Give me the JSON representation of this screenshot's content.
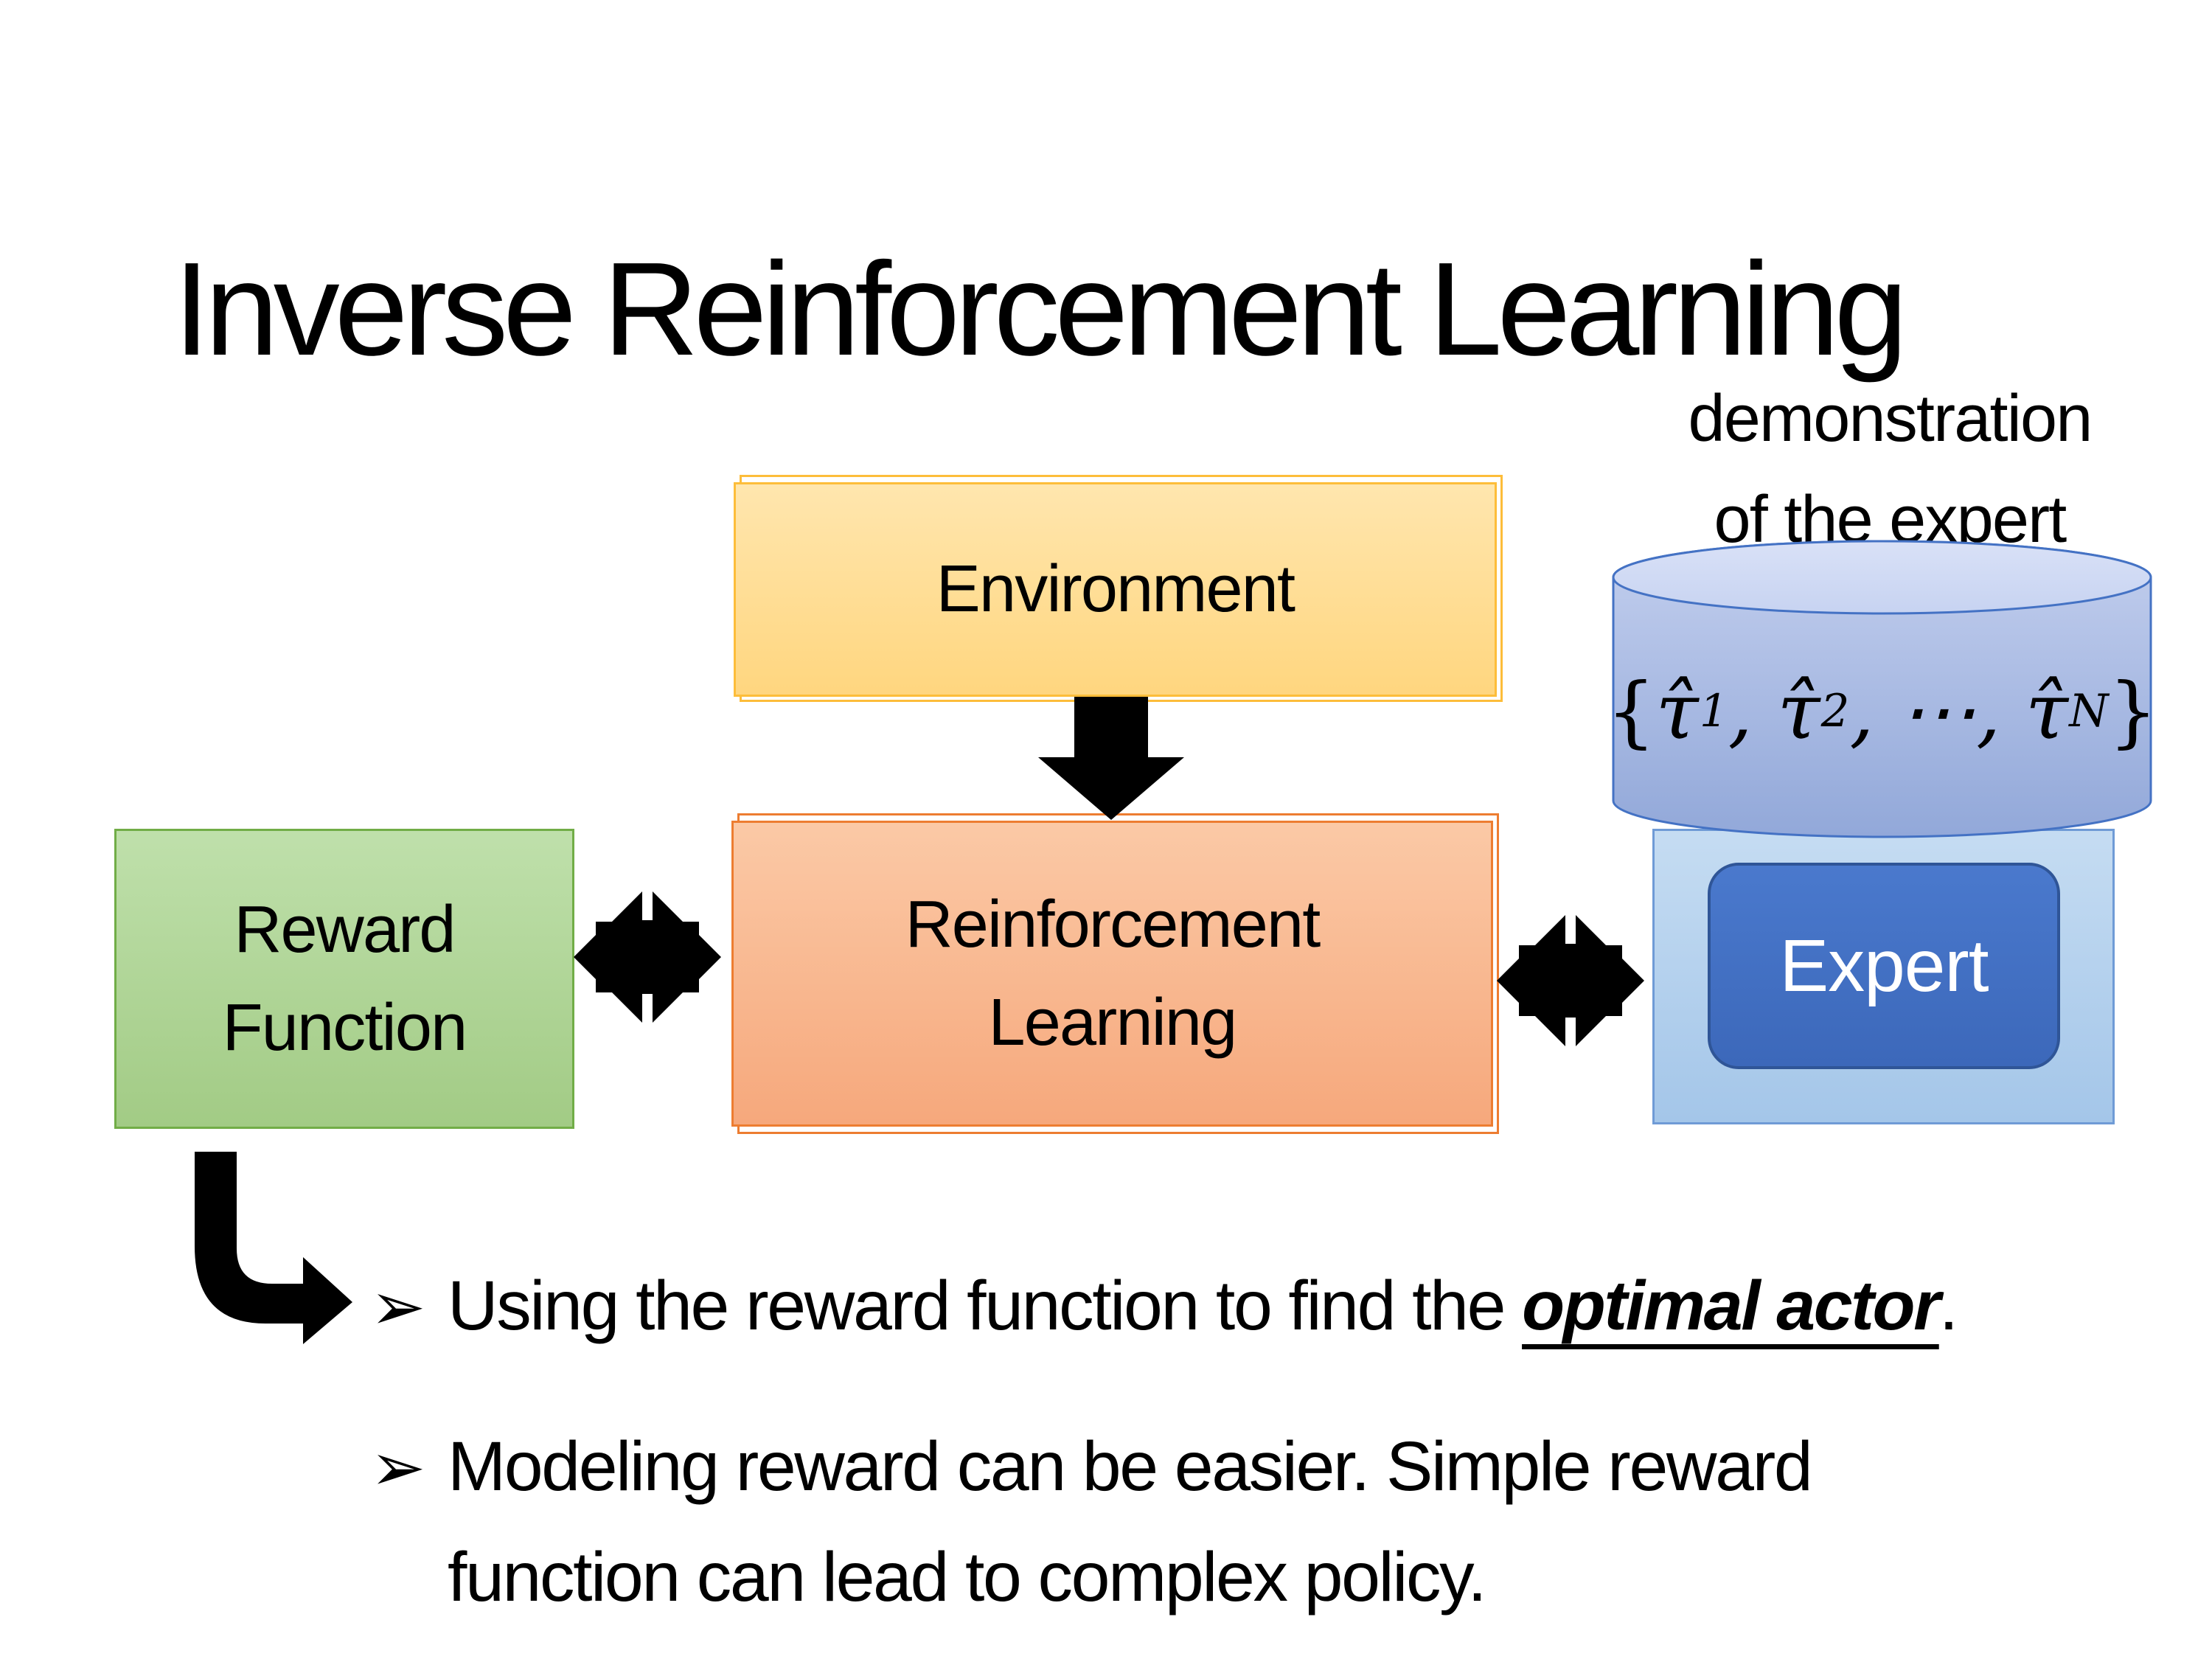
{
  "slide": {
    "title": "Inverse Reinforcement Learning",
    "caption": {
      "line1": "demonstration",
      "line2": "of the expert"
    },
    "boxes": {
      "environment": {
        "label": "Environment"
      },
      "reward_function": {
        "line1": "Reward",
        "line2": "Function"
      },
      "reinforcement_learning": {
        "line1": "Reinforcement",
        "line2": "Learning"
      },
      "expert": {
        "label": "Expert"
      }
    },
    "formula": {
      "open": "{",
      "tau": "τ̂",
      "sub1": "1",
      "sub2": "2",
      "subN": "N",
      "sep": ", ",
      "dots": "⋯",
      "close": "}"
    },
    "bullets": {
      "glyph": "➢",
      "item1": {
        "pre": "Using the reward function to find the ",
        "em": "optimal actor",
        "post": "."
      },
      "item2": {
        "text": "Modeling reward can be easier. Simple reward function can lead to complex policy."
      }
    },
    "colors": {
      "environment_border": "#FFC000",
      "environment_fill": "#FFD67F",
      "reward_border": "#70AD47",
      "reward_fill": "#A9D18E",
      "rl_border": "#ED7D31",
      "rl_fill": "#F6A87C",
      "expert_container_fill": "#BDD7EE",
      "cylinder_fill": "#B4C7E7",
      "cylinder_border": "#4472C4",
      "expert_fill": "#4472C4",
      "expert_text": "#FFFFFF",
      "arrow": "#000000",
      "text": "#000000"
    }
  }
}
